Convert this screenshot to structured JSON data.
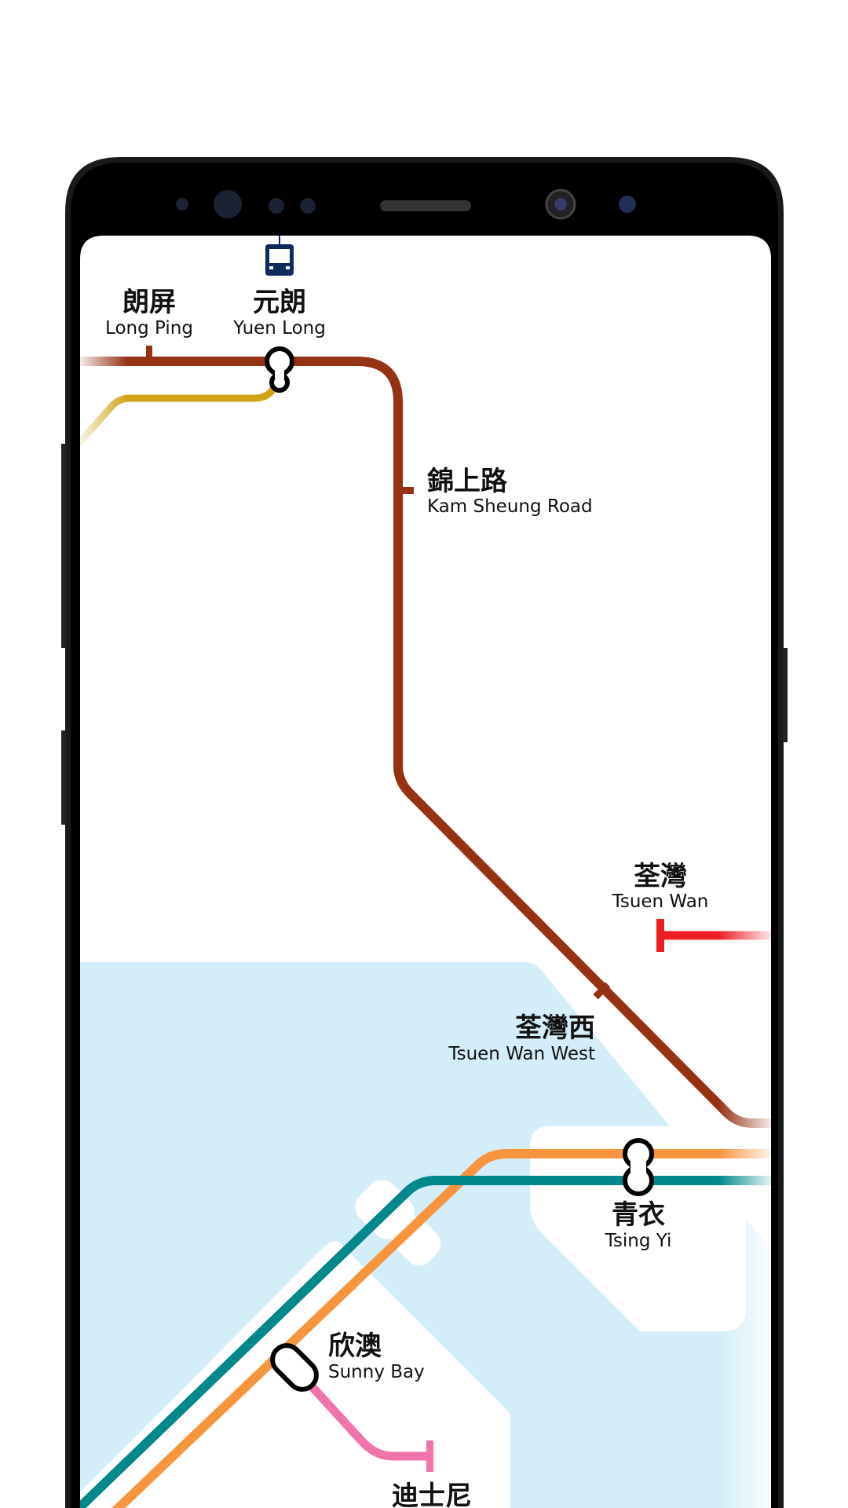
{
  "colors": {
    "tuen_ma_line": "#963214",
    "light_rail": "#d0a415",
    "tsuen_wan_line": "#ed1d24",
    "tung_chung_line": "#f7943e",
    "airport_express": "#00888a",
    "disneyland_line": "#f173ac",
    "water": "#d3edf9"
  },
  "stations": {
    "long_ping": {
      "zh": "朗屏",
      "en": "Long Ping"
    },
    "yuen_long": {
      "zh": "元朗",
      "en": "Yuen Long"
    },
    "kam_sheung_road": {
      "zh": "錦上路",
      "en": "Kam Sheung Road"
    },
    "tsuen_wan": {
      "zh": "荃灣",
      "en": "Tsuen Wan"
    },
    "tsuen_wan_west": {
      "zh": "荃灣西",
      "en": "Tsuen Wan West"
    },
    "tsing_yi": {
      "zh": "青衣",
      "en": "Tsing Yi"
    },
    "sunny_bay": {
      "zh": "欣澳",
      "en": "Sunny Bay"
    },
    "disneyland": {
      "zh": "迪士尼"
    }
  },
  "icons": {
    "light_rail": "tram-icon"
  }
}
